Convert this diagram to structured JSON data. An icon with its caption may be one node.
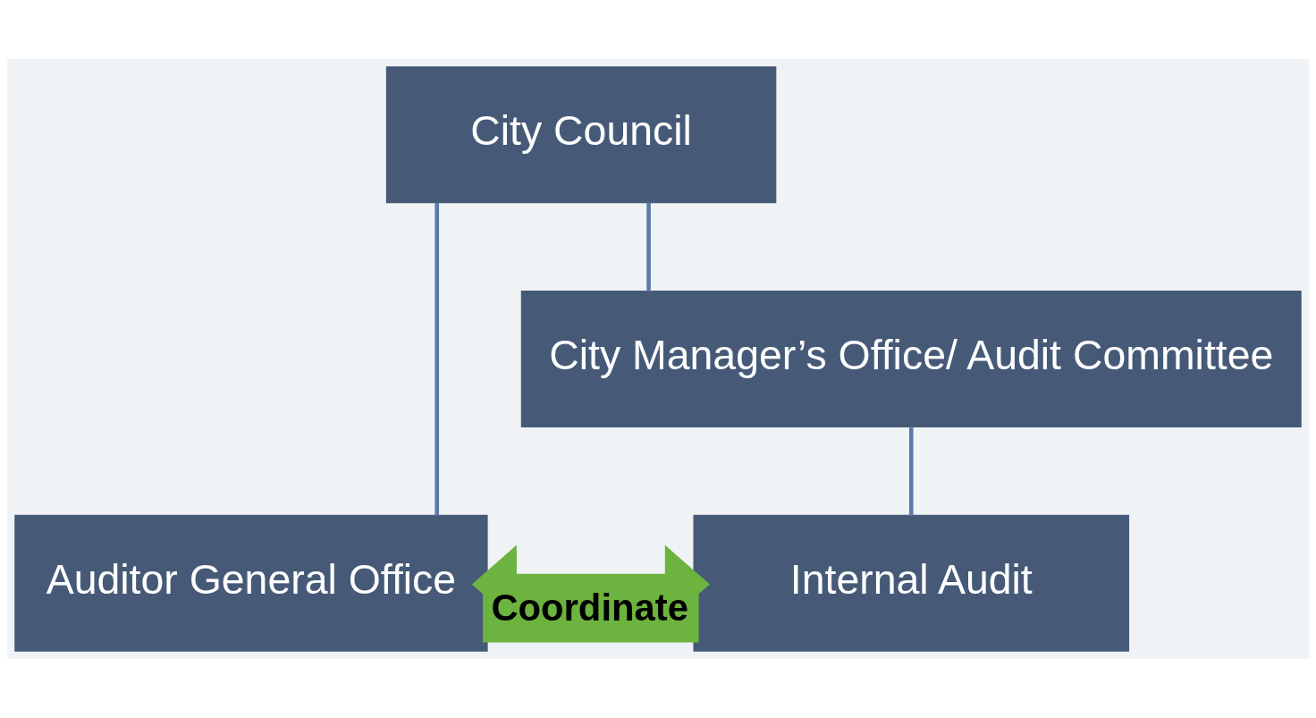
{
  "diagram": {
    "nodes": [
      {
        "text": [
          "City Council"
        ]
      },
      {
        "text": [
          "Auditor General Office"
        ]
      },
      {
        "text": [
          "City Manager’s Office/ Audit Committee"
        ]
      },
      {
        "text": [
          "Internal Audit"
        ]
      }
    ],
    "edges": [
      {
        "from": 0,
        "to": 1,
        "arrow": "none"
      },
      {
        "from": 0,
        "to": 2,
        "arrow": "none"
      },
      {
        "from": 2,
        "to": 3,
        "arrow": "none"
      },
      {
        "from": 1,
        "to": 3,
        "arrow": "both",
        "label": "Coordinate",
        "style": "thick",
        "color": "#6db33f"
      }
    ]
  }
}
